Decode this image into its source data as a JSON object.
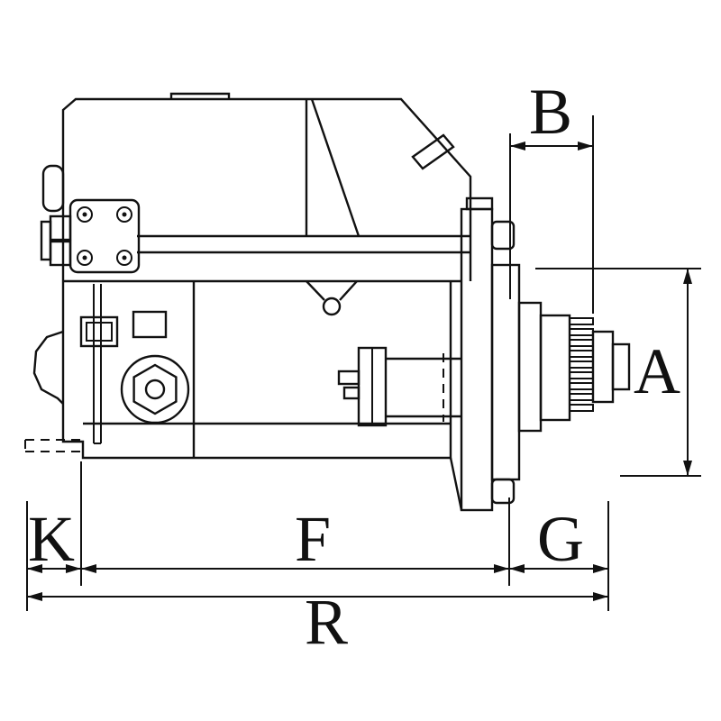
{
  "colors": {
    "line": "#111111",
    "background": "#ffffff"
  },
  "dims": {
    "a": "A",
    "b": "B",
    "f": "F",
    "g": "G",
    "k": "K",
    "r": "R"
  }
}
